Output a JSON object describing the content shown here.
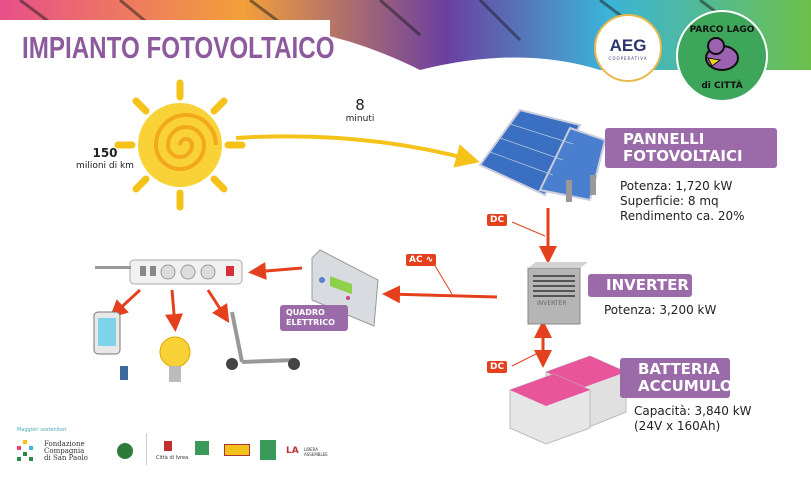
{
  "header": {
    "title": "IMPIANTO FOTOVOLTAICO",
    "logos": {
      "aeg": "AEG",
      "aeg_sub": "COOPERATIVA",
      "parco": "PARCO LAGO di CITTÀ"
    }
  },
  "sun": {
    "distance_value": "150",
    "distance_unit": "milioni di km",
    "time_value": "8",
    "time_unit": "minuti"
  },
  "panels": {
    "label": [
      "PANNELLI",
      "FOTOVOLTAICI"
    ],
    "specs": [
      "Potenza: 1,720 kW",
      "Superficie: 8 mq",
      "Rendimento ca. 20%"
    ]
  },
  "inverter": {
    "label": "INVERTER",
    "device_text": "INVERTER",
    "specs": [
      "Potenza: 3,200 kW"
    ]
  },
  "battery": {
    "label": [
      "BATTERIA",
      "ACCUMULO"
    ],
    "specs": [
      "Capacità: 3,840 kW",
      "(24V x 160Ah)"
    ]
  },
  "quadro": {
    "label": [
      "QUADRO",
      "ELETTRICO"
    ]
  },
  "current_tags": {
    "dc": "DC",
    "ac": "AC"
  },
  "footer": {
    "heading": "Maggiori sostenitori",
    "sponsors": [
      "Fondazione",
      "Compagnia",
      "di San Paolo"
    ],
    "citta": "Città di Ivrea",
    "la": "LA",
    "la_sub": "LIBERA ASSEMBLEE"
  },
  "colors": {
    "purple": "#9b6aa8",
    "arrow": "#e5401e",
    "sun": "#f5c21a"
  }
}
